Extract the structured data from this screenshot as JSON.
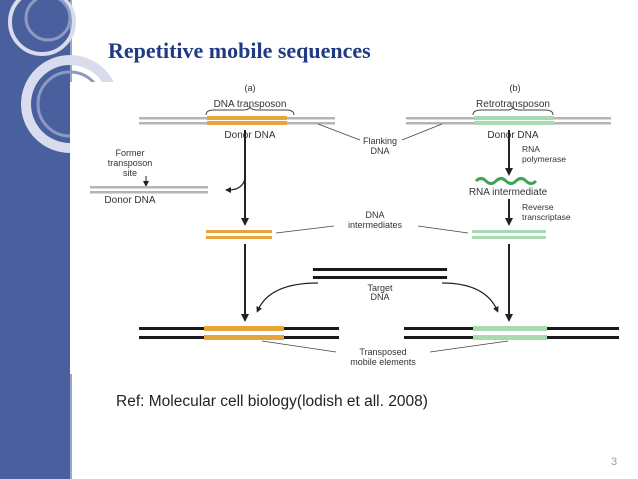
{
  "slide": {
    "title": "Repetitive mobile sequences",
    "reference": "Ref: Molecular cell biology(lodish et all. 2008)",
    "page_number": "3"
  },
  "colors": {
    "sidebar": "#4a5f9e",
    "title": "#1f3b86",
    "dna_transposon": "#e8a33a",
    "rna_intermediate": "#3aa655",
    "retrotransposon": "#a8dab0",
    "dna_strand": "#1a1a1a",
    "donor_strand": "#b5b5b5"
  },
  "diagram": {
    "panel_a": "(a)",
    "panel_b": "(b)",
    "dna_transposon": "DNA transposon",
    "retrotransposon": "Retrotransposon",
    "donor_dna_a": "Donor DNA",
    "donor_dna_b": "Donor DNA",
    "flanking_1": "Flanking",
    "flanking_2": "DNA",
    "former_1": "Former",
    "former_2": "transposon",
    "former_3": "site",
    "donor_dna_left": "Donor DNA",
    "rna_pol_1": "RNA",
    "rna_pol_2": "polymerase",
    "rna_intermediate": "RNA intermediate",
    "rev_1": "Reverse",
    "rev_2": "transcriptase",
    "dna_int_1": "DNA",
    "dna_int_2": "intermediates",
    "target_1": "Target",
    "target_2": "DNA",
    "transposed_1": "Transposed",
    "transposed_2": "mobile elements"
  }
}
